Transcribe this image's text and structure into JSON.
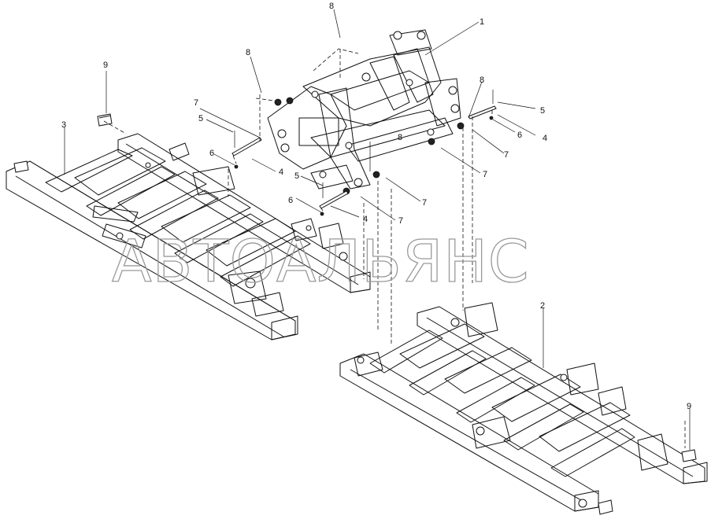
{
  "watermark": "АВТОАЛЬЯНС",
  "callouts": [
    {
      "id": "c-8a",
      "text": "8"
    },
    {
      "id": "c-1",
      "text": "1"
    },
    {
      "id": "c-8b",
      "text": "8"
    },
    {
      "id": "c-9a",
      "text": "9"
    },
    {
      "id": "c-8c",
      "text": "8"
    },
    {
      "id": "c-5a",
      "text": "5"
    },
    {
      "id": "c-3",
      "text": "3"
    },
    {
      "id": "c-7a",
      "text": "7"
    },
    {
      "id": "c-5b",
      "text": "5"
    },
    {
      "id": "c-6a",
      "text": "6"
    },
    {
      "id": "c-4a",
      "text": "4"
    },
    {
      "id": "c-7b",
      "text": "7"
    },
    {
      "id": "c-8d",
      "text": "8"
    },
    {
      "id": "c-5c",
      "text": "5"
    },
    {
      "id": "c-6b",
      "text": "6"
    },
    {
      "id": "c-4b",
      "text": "4"
    },
    {
      "id": "c-7c",
      "text": "7"
    },
    {
      "id": "c-7d",
      "text": "7"
    },
    {
      "id": "c-6c",
      "text": "6"
    },
    {
      "id": "c-4c",
      "text": "4"
    },
    {
      "id": "c-7e",
      "text": "7"
    },
    {
      "id": "c-2",
      "text": "2"
    },
    {
      "id": "c-9b",
      "text": "9"
    }
  ]
}
